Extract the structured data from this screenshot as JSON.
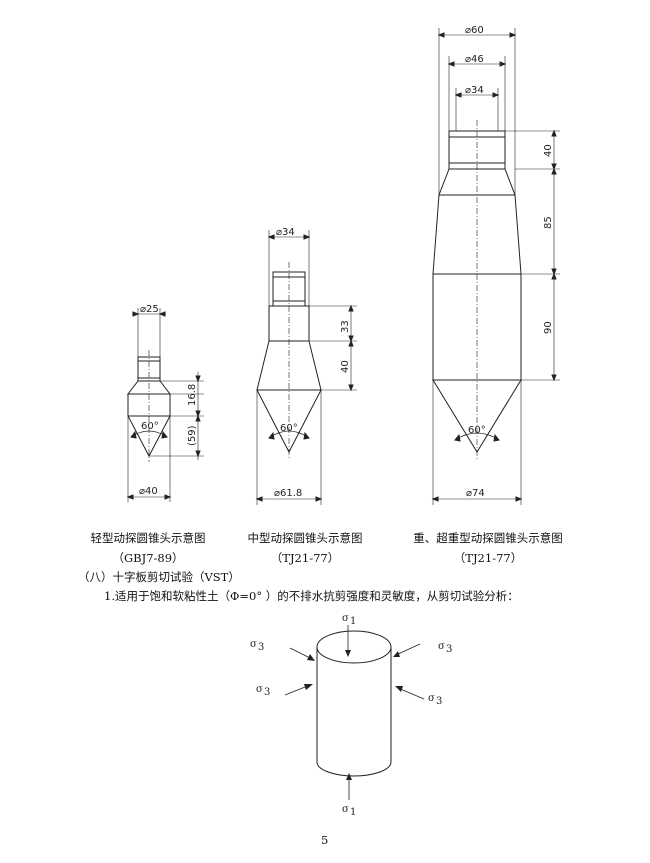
{
  "probes": [
    {
      "caption": "轻型动探圆锥头示意图",
      "standard": "（GBJ7-89）",
      "dims": {
        "top_dia": "⌀25",
        "bottom_dia": "⌀40",
        "shoulder": "16.8",
        "cone": "(59)",
        "angle": "60°"
      }
    },
    {
      "caption": "中型动探圆锥头示意图",
      "standard": "（TJ21-77）",
      "dims": {
        "top_dia": "⌀34",
        "bottom_dia": "⌀61.8",
        "upper": "33",
        "lower": "40",
        "angle": "60°"
      }
    },
    {
      "caption": "重、超重型动探圆锥头示意图",
      "standard": "（TJ21-77）",
      "dims": {
        "dia_60": "⌀60",
        "dia_46": "⌀46",
        "dia_34": "⌀34",
        "bottom_dia": "⌀74",
        "seg_40": "40",
        "seg_85": "85",
        "seg_90": "90",
        "angle": "60°"
      }
    }
  ],
  "section_heading": "（八）十字板剪切试验（VST）",
  "item_text": "1.适用于饱和软粘性土（Φ=0°  ）的不排水抗剪强度和灵敏度，从剪切试验分析：",
  "stress": {
    "sigma": "σ",
    "sub1": "1",
    "sub3": "3"
  },
  "page_number": "5"
}
